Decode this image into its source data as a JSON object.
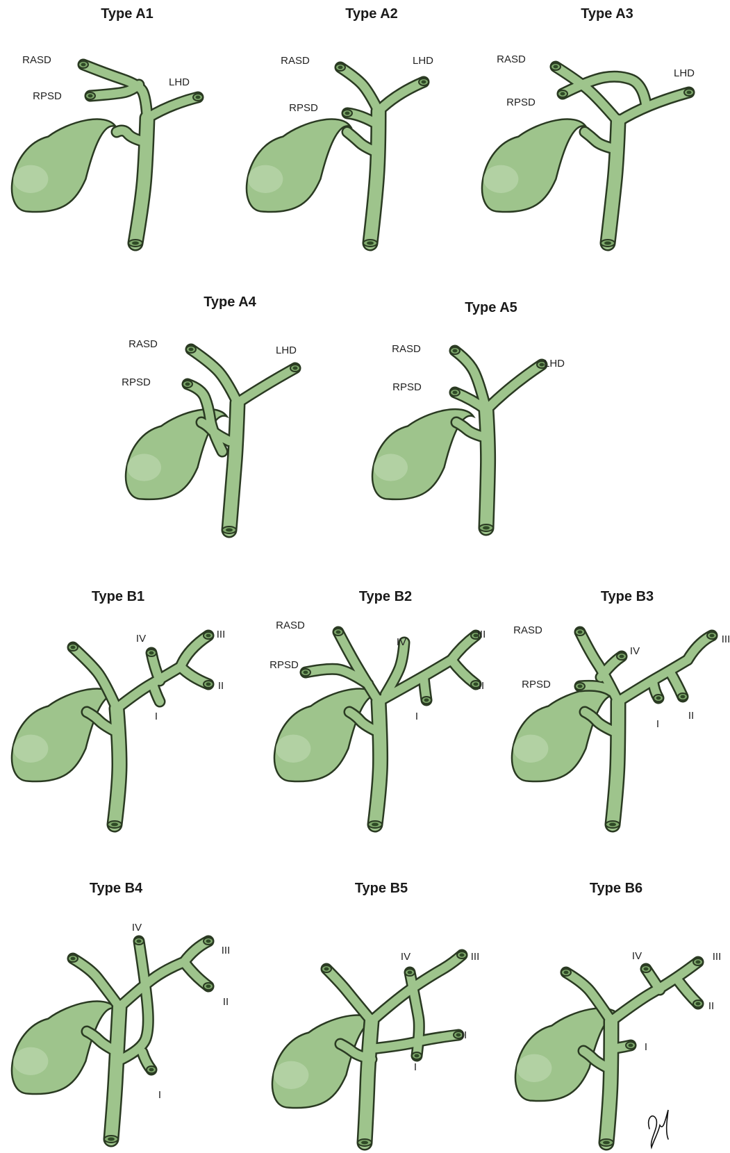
{
  "colors": {
    "duct_fill": "#9ec48c",
    "duct_outline": "#2a3a22",
    "highlight": "#c3dcb6"
  },
  "panels": [
    {
      "id": "a1",
      "title": "Type A1",
      "labels": [
        "RASD",
        "RPSD",
        "LHD"
      ]
    },
    {
      "id": "a2",
      "title": "Type A2",
      "labels": [
        "RASD",
        "LHD",
        "RPSD"
      ]
    },
    {
      "id": "a3",
      "title": "Type A3",
      "labels": [
        "RASD",
        "LHD",
        "RPSD"
      ]
    },
    {
      "id": "a4",
      "title": "Type A4",
      "labels": [
        "RASD",
        "LHD",
        "RPSD"
      ]
    },
    {
      "id": "a5",
      "title": "Type A5",
      "labels": [
        "RASD",
        "LHD",
        "RPSD"
      ]
    },
    {
      "id": "b1",
      "title": "Type B1",
      "labels": [
        "IV",
        "III",
        "II",
        "I"
      ]
    },
    {
      "id": "b2",
      "title": "Type B2",
      "labels": [
        "RASD",
        "IV",
        "III",
        "RPSD",
        "II",
        "I"
      ]
    },
    {
      "id": "b3",
      "title": "Type B3",
      "labels": [
        "RASD",
        "IV",
        "III",
        "RPSD",
        "I",
        "II"
      ]
    },
    {
      "id": "b4",
      "title": "Type B4",
      "labels": [
        "IV",
        "III",
        "II",
        "I"
      ]
    },
    {
      "id": "b5",
      "title": "Type B5",
      "labels": [
        "IV",
        "III",
        "II",
        "I"
      ]
    },
    {
      "id": "b6",
      "title": "Type B6",
      "labels": [
        "IV",
        "III",
        "II",
        "I"
      ]
    }
  ]
}
